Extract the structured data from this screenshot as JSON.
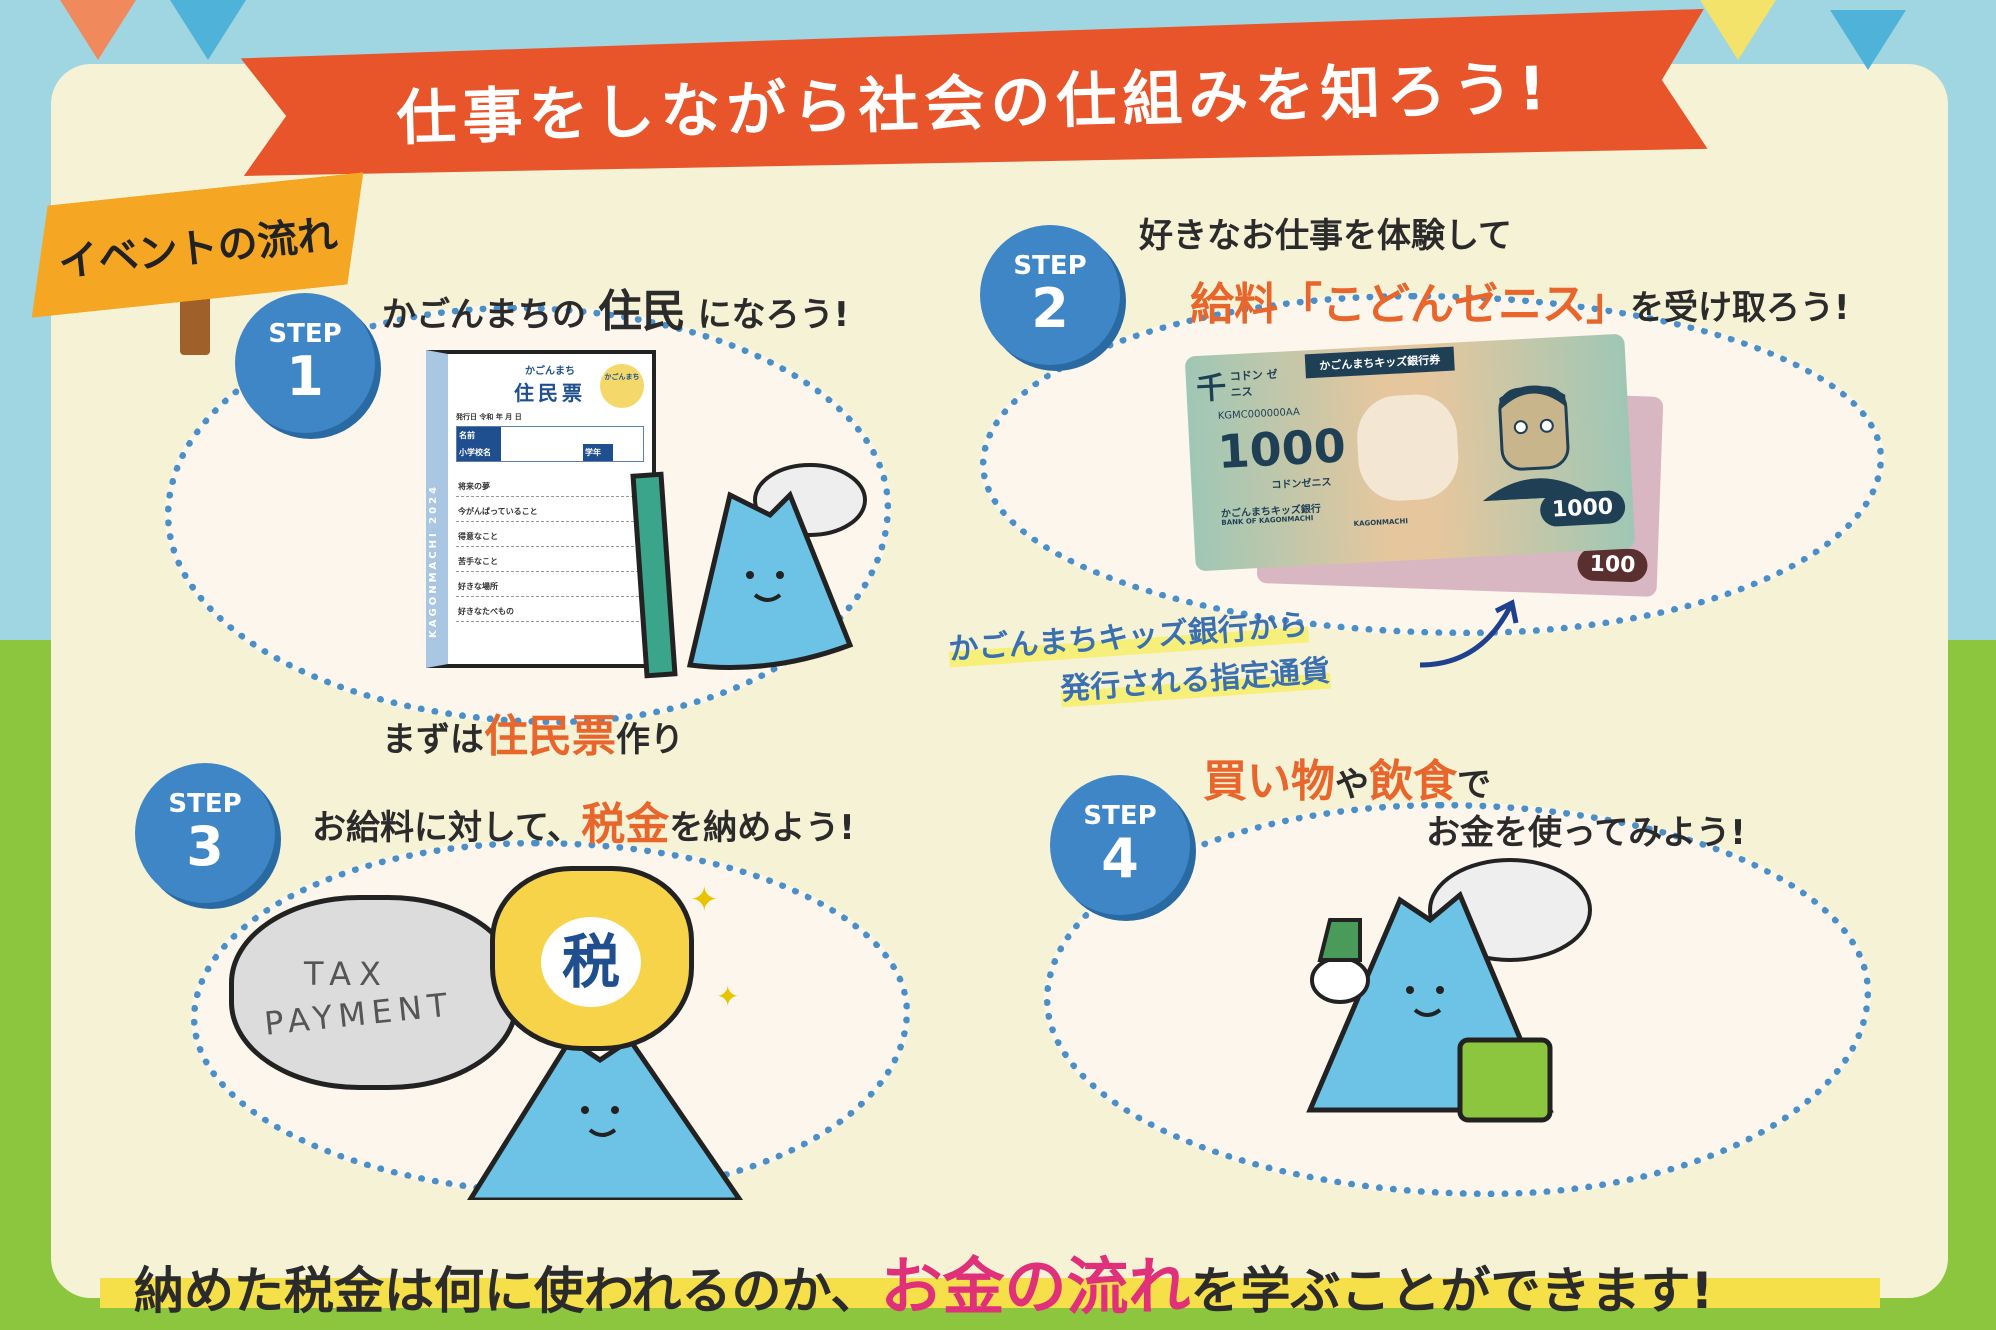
{
  "banner": {
    "title": "仕事をしながら社会の仕組みを知ろう!"
  },
  "sign": {
    "label": "イベントの流れ"
  },
  "steps": [
    {
      "badge": "STEP",
      "number": "1",
      "heading_a": "かごんまちの ",
      "heading_b": "住民",
      "heading_c": " になろう!",
      "caption_a": "まずは",
      "caption_b": "住民票",
      "caption_c": "作り"
    },
    {
      "badge": "STEP",
      "number": "2",
      "line1": "好きなお仕事を体験して",
      "line2_a": "給料「こどんゼニス」",
      "line2_b": "を受け取ろう!",
      "note1": "かごんまちキッズ銀行から",
      "note2": "発行される指定通貨"
    },
    {
      "badge": "STEP",
      "number": "3",
      "heading_a": "お給料に対して、",
      "heading_b": "税金",
      "heading_c": "を納めよう!",
      "cloud1": "TAX",
      "cloud2": "PAYMENT",
      "bag": "税"
    },
    {
      "badge": "STEP",
      "number": "4",
      "line1_a": "買い物",
      "line1_b": "や",
      "line1_c": "飲食",
      "line1_d": "で",
      "line2": "お金を使ってみよう!"
    }
  ],
  "document": {
    "town": "かごんまち",
    "title": "住民票",
    "issued": "発行日 令和 年 月 日",
    "name": "名前",
    "school": "小学校名",
    "grade": "学年",
    "rows": [
      "将来の夢",
      "今がんばっていること",
      "得意なこと",
      "苦手なこと",
      "好きな場所",
      "好きなたべもの"
    ],
    "side": "KAGONMACHI 2024",
    "stamp": "かごんまち"
  },
  "bills": {
    "ribbon": "かごんまちキッズ銀行券",
    "kanji": "千",
    "unit_small": "コドン ゼニス",
    "serial": "KGMC000000AA",
    "value": "1000",
    "unit": "コドンゼニス",
    "bank_jp": "かごんまちキッズ銀行",
    "bank_en": "BANK OF KAGONMACHI",
    "mark": "KAGONMACHI",
    "value_corner": "1000",
    "value_back": "100"
  },
  "footer": {
    "a": "納めた税金は何に使われるのか、",
    "b": "お金の流れ",
    "c": "を学ぶことができます!"
  },
  "colors": {
    "banner": "#e8552b",
    "badge": "#3f86c6",
    "accent": "#e8662b",
    "pink": "#e0307a",
    "panel": "#f6f2d6"
  }
}
